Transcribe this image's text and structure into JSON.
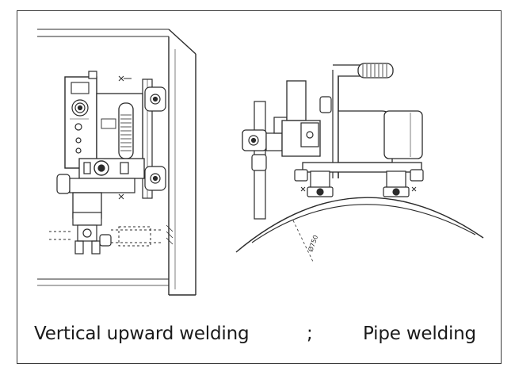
{
  "figure": {
    "caption_left": "Vertical upward welding",
    "separator": ";",
    "caption_right": "Pipe welding",
    "pipe_dimension_label": "Ø750"
  },
  "icons": {
    "vertical": "vertical-welding-carriage-drawing",
    "pipe": "pipe-welding-carriage-drawing"
  }
}
